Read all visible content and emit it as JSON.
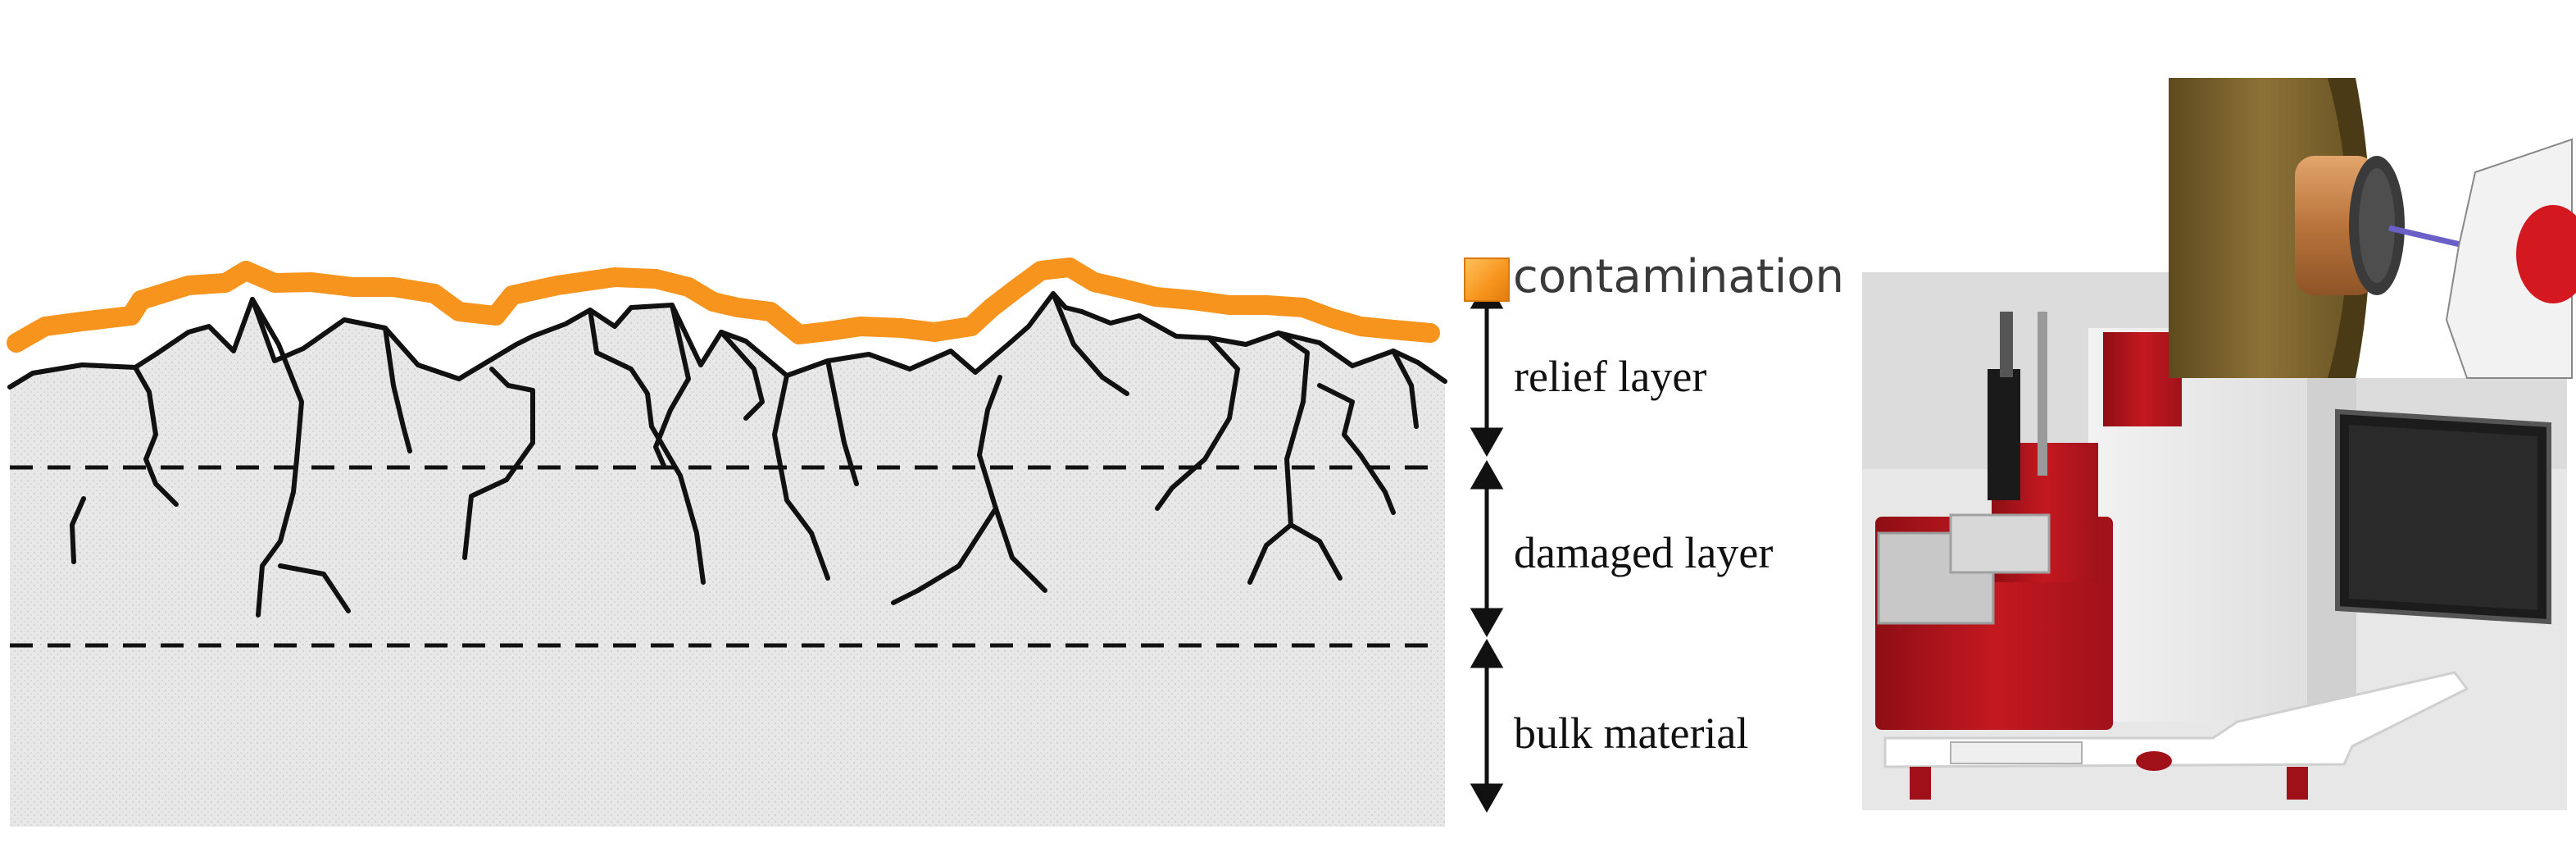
{
  "diagram": {
    "legend": {
      "swatch_color": "#f7941d",
      "label": "contamination"
    },
    "layers": [
      {
        "key": "relief",
        "label": "relief layer"
      },
      {
        "key": "damaged",
        "label": "damaged layer"
      },
      {
        "key": "bulk",
        "label": "bulk material"
      }
    ],
    "colors": {
      "contamination": "#f7941d",
      "cracks": "#111111",
      "material": "#e6e6e6",
      "instrument_body": "#b5121b",
      "instrument_base": "#ffffff"
    }
  },
  "photos": {
    "instrument": {
      "icon": "instrument-photo-icon"
    },
    "inset": {
      "icon": "laser-probe-inset-icon"
    }
  }
}
